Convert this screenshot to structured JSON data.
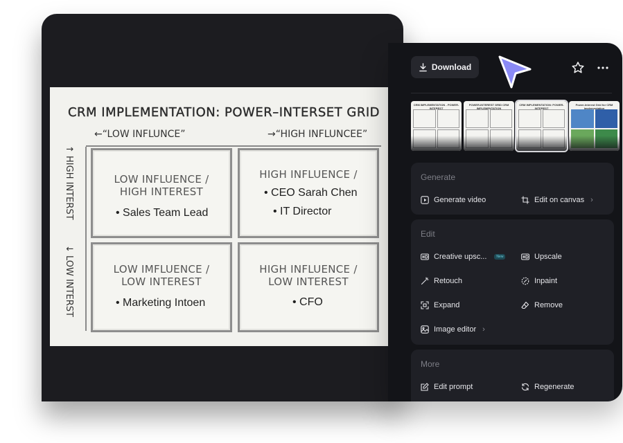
{
  "toolbar": {
    "download_label": "Download",
    "download_icon": "download-icon",
    "star_icon": "star-icon",
    "more_icon": "more-icon"
  },
  "thumbnails": [
    {
      "title": "CRM IMPLEMENTATION - POWER-INTEREST"
    },
    {
      "title": "POWER-INTEREST GRID CRM IMPLEMENTATION"
    },
    {
      "title": "CRM IMPLEMENTATION: POWER-INTEREST"
    },
    {
      "title": "Power-Interest Grid for CRM Implementation"
    }
  ],
  "generate": {
    "title": "Generate",
    "generate_video": "Generate video",
    "edit_on_canvas": "Edit on canvas",
    "chevron": "›"
  },
  "edit": {
    "title": "Edit",
    "creative_upscale": "Creative upsc...",
    "new_badge": "New",
    "upscale": "Upscale",
    "retouch": "Retouch",
    "inpaint": "Inpaint",
    "expand": "Expand",
    "remove": "Remove",
    "image_editor": "Image editor",
    "chevron": "›"
  },
  "more": {
    "title": "More",
    "edit_prompt": "Edit prompt",
    "regenerate": "Regenerate"
  },
  "grid": {
    "title": "CRM IMPLEMENTATION: POWER–INTERSET GRID",
    "low_influence": "←“LOW INFLUNCE”",
    "high_influence": "→“HIGH INFLUNCEE”",
    "high_interest": "↑ HIGH INTERST",
    "low_interest": "↓ LOW INTERST",
    "q1_heading_1": "LOW INFLUENCE /",
    "q1_heading_2": "HIGH INTEREST",
    "q1_item": "• Sales Team Lead",
    "q2_heading": "HIGH INFLUENCE /",
    "q2_item_1": "• CEO Sarah Chen",
    "q2_item_2": "• IT Director",
    "q3_heading_1": "LOW IMFLUENCE /",
    "q3_heading_2": "LOW INTEREST",
    "q3_item": "• Marketing Intoen",
    "q4_heading_1": "HIGH INFLUENCE /",
    "q4_heading_2": "LOW INTEREST",
    "q4_item": "• CFO"
  },
  "colors": {
    "panel_bg": "#131418",
    "section_bg": "#1f2026",
    "cursor_accent": "#8a8af5",
    "card_bg": "#1c1c20",
    "canvas_bg": "#f2f2ee"
  }
}
